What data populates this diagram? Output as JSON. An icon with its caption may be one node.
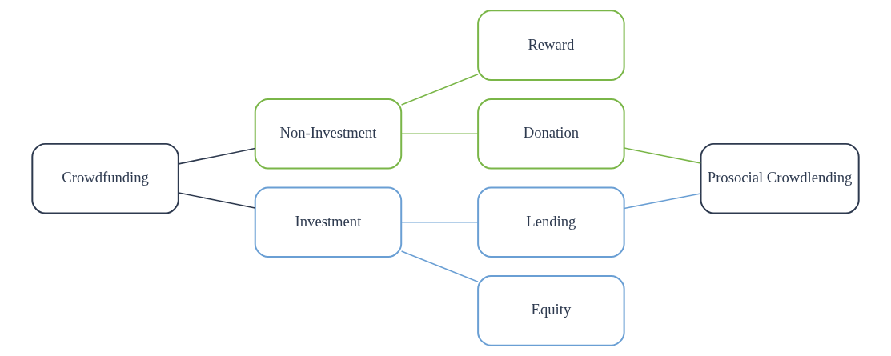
{
  "diagram": {
    "nodes": [
      {
        "text": [
          "Crowdfunding"
        ]
      },
      {
        "text": [
          "Non-Investment"
        ]
      },
      {
        "text": [
          "Investment"
        ]
      },
      {
        "text": [
          "Reward"
        ]
      },
      {
        "text": [
          "Donation"
        ]
      },
      {
        "text": [
          "Lending"
        ]
      },
      {
        "text": [
          "Equity"
        ]
      },
      {
        "text": [
          "Prosocial Crowdlending"
        ]
      }
    ],
    "edges": [
      {
        "from": 0,
        "to": 1,
        "arrow": "none",
        "color": "#2e3a4f"
      },
      {
        "from": 0,
        "to": 2,
        "arrow": "none",
        "color": "#2e3a4f"
      },
      {
        "from": 1,
        "to": 3,
        "arrow": "none",
        "color": "#7ab648"
      },
      {
        "from": 1,
        "to": 4,
        "arrow": "none",
        "color": "#7ab648"
      },
      {
        "from": 2,
        "to": 5,
        "arrow": "none",
        "color": "#6a9fd4"
      },
      {
        "from": 2,
        "to": 6,
        "arrow": "none",
        "color": "#6a9fd4"
      },
      {
        "from": 4,
        "to": 7,
        "arrow": "none",
        "color": "#7ab648"
      },
      {
        "from": 5,
        "to": 7,
        "arrow": "none",
        "color": "#6a9fd4"
      }
    ]
  }
}
